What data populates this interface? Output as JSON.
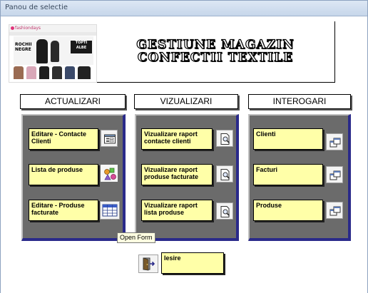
{
  "window": {
    "title": "Panou de selectie"
  },
  "header": {
    "title_line1": "GESTIUNE MAGAZIN",
    "title_line2": "CONFECTII TEXTILE",
    "logo": {
      "brand": "fashiondays",
      "ad_left_line1": "ROCHII",
      "ad_left_line2": "NEGRE",
      "ad_right_line1": "TOPTI",
      "ad_right_line2": "ALBE"
    }
  },
  "sections": {
    "actualizari": {
      "title": "ACTUALIZARI",
      "items": [
        {
          "label": "Editare - Contacte Clienti",
          "icon": "form-icon"
        },
        {
          "label": "Lista de produse",
          "icon": "shapes-icon"
        },
        {
          "label": "Editare - Produse facturate",
          "icon": "datasheet-icon"
        }
      ]
    },
    "vizualizari": {
      "title": "VIZUALIZARI",
      "items": [
        {
          "label": "Vizualizare raport contacte clienti",
          "icon": "report-preview-icon"
        },
        {
          "label": "Vizualizare raport produse facturate",
          "icon": "report-preview-icon"
        },
        {
          "label": "Vizualizare raport lista produse",
          "icon": "report-preview-icon"
        }
      ]
    },
    "interogari": {
      "title": "INTEROGARI",
      "items": [
        {
          "label": "Clienti",
          "icon": "open-form-icon"
        },
        {
          "label": "Facturi",
          "icon": "open-form-icon"
        },
        {
          "label": "Produse",
          "icon": "open-form-icon"
        }
      ]
    }
  },
  "tooltip": "Open Form",
  "exit": {
    "label": "Iesire",
    "icon": "exit-door-icon"
  },
  "colors": {
    "label_bg": "#ffffa8",
    "panel_bg": "#6b6b6b",
    "panel_shadow": "#2a2a8a",
    "window_bg": "#cfdcee"
  }
}
